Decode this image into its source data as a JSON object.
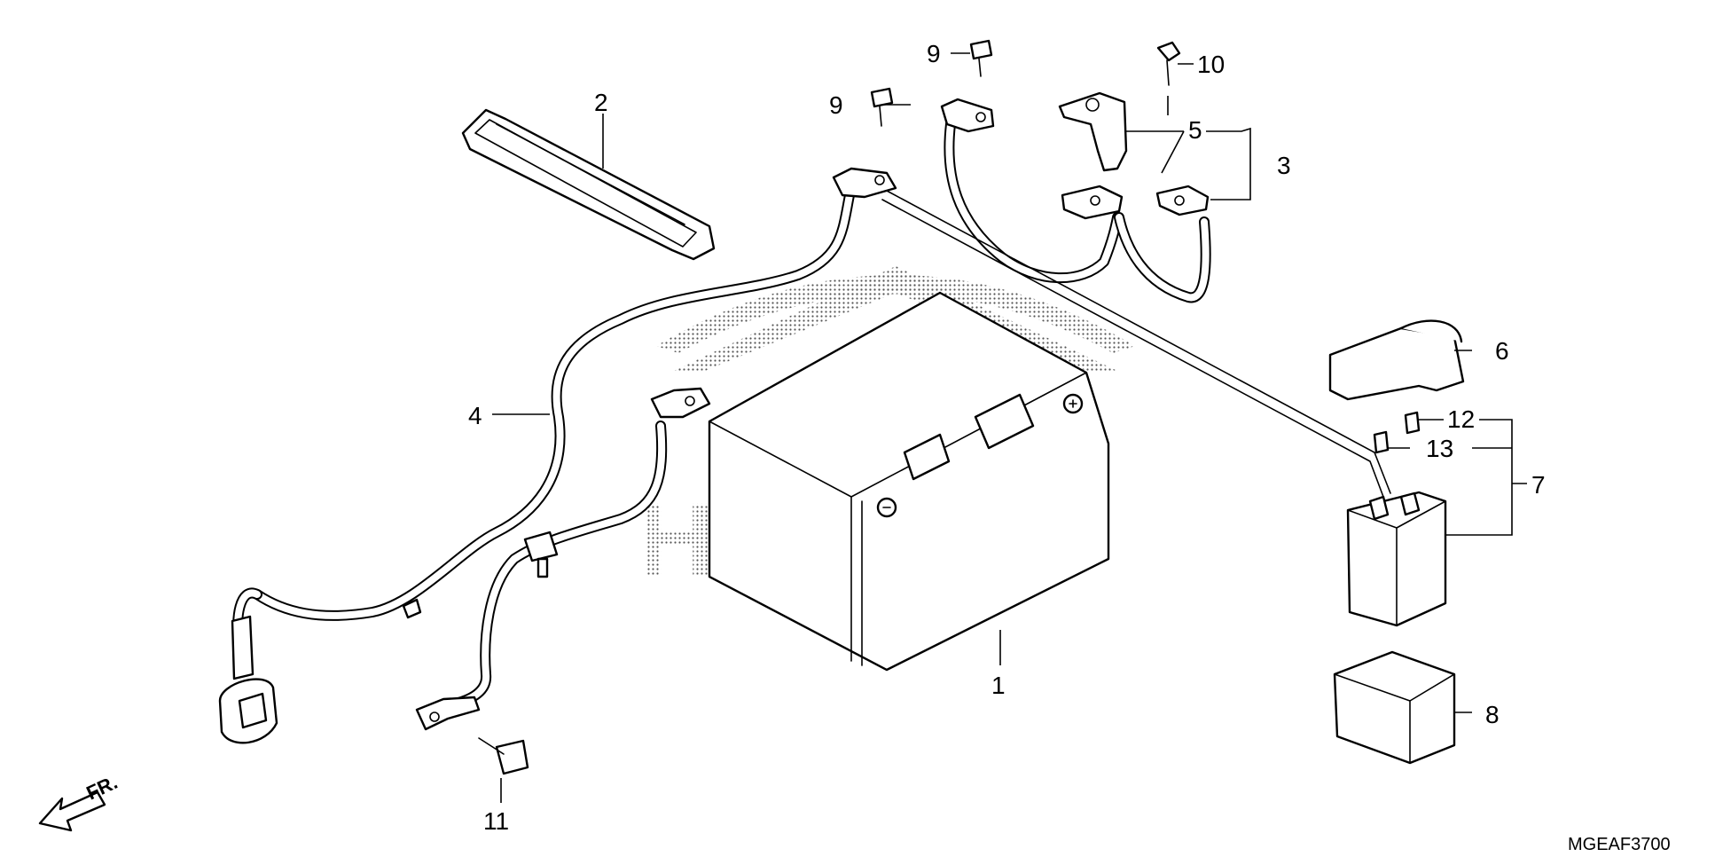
{
  "diagram": {
    "code": "MGEAF3700",
    "watermark": "HONDA",
    "direction": "FR.",
    "callouts": [
      {
        "id": "1",
        "label": "1"
      },
      {
        "id": "2",
        "label": "2"
      },
      {
        "id": "3",
        "label": "3"
      },
      {
        "id": "4",
        "label": "4"
      },
      {
        "id": "5",
        "label": "5"
      },
      {
        "id": "6",
        "label": "6"
      },
      {
        "id": "7",
        "label": "7"
      },
      {
        "id": "8",
        "label": "8"
      },
      {
        "id": "9a",
        "label": "9"
      },
      {
        "id": "9b",
        "label": "9"
      },
      {
        "id": "10",
        "label": "10"
      },
      {
        "id": "11",
        "label": "11"
      },
      {
        "id": "12",
        "label": "12"
      },
      {
        "id": "13",
        "label": "13"
      }
    ]
  }
}
